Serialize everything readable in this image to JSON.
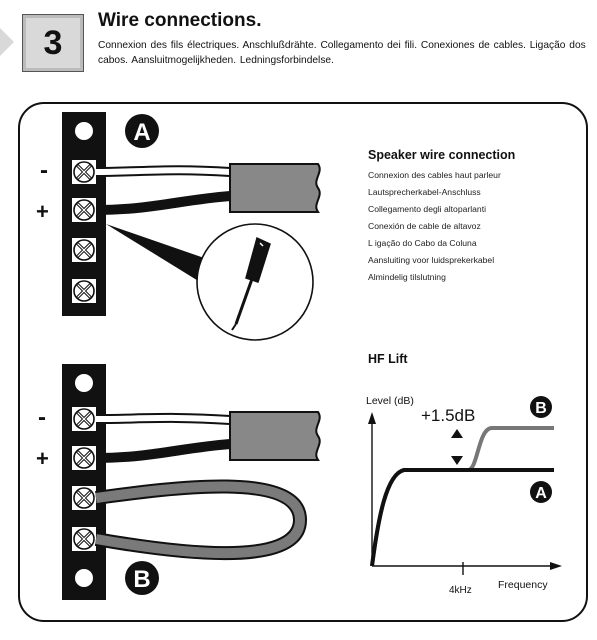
{
  "header": {
    "step_number": "3",
    "title": "Wire connections.",
    "subtitle": "Connexion des fils électriques.   Anschlußdrähte.  Collegamento dei fili.   Conexiones de cables. Ligação dos cabos.   Aansluitmogelijkheden.   Ledningsforbindelse."
  },
  "diagram_a": {
    "label": "A",
    "minus": "-",
    "plus": "+"
  },
  "diagram_b": {
    "label": "B",
    "minus": "-",
    "plus": "+"
  },
  "speaker_section": {
    "heading": "Speaker wire connection",
    "translations": [
      "Connexion des cables haut parleur",
      "Lautsprecherkabel-Anschluss",
      "Collegamento degli altoparlanti",
      "Conexión de cable de altavoz",
      "L igação do Cabo da Coluna",
      "Aansluiting voor luidsprekerkabel",
      "Almindelig tilslutning"
    ]
  },
  "hf_lift": {
    "heading": "HF Lift",
    "y_label": "Level (dB)",
    "x_label": "Frequency",
    "x_tick": "4kHz",
    "annotation": "+1.5dB",
    "curve_a_label": "A",
    "curve_b_label": "B"
  }
}
